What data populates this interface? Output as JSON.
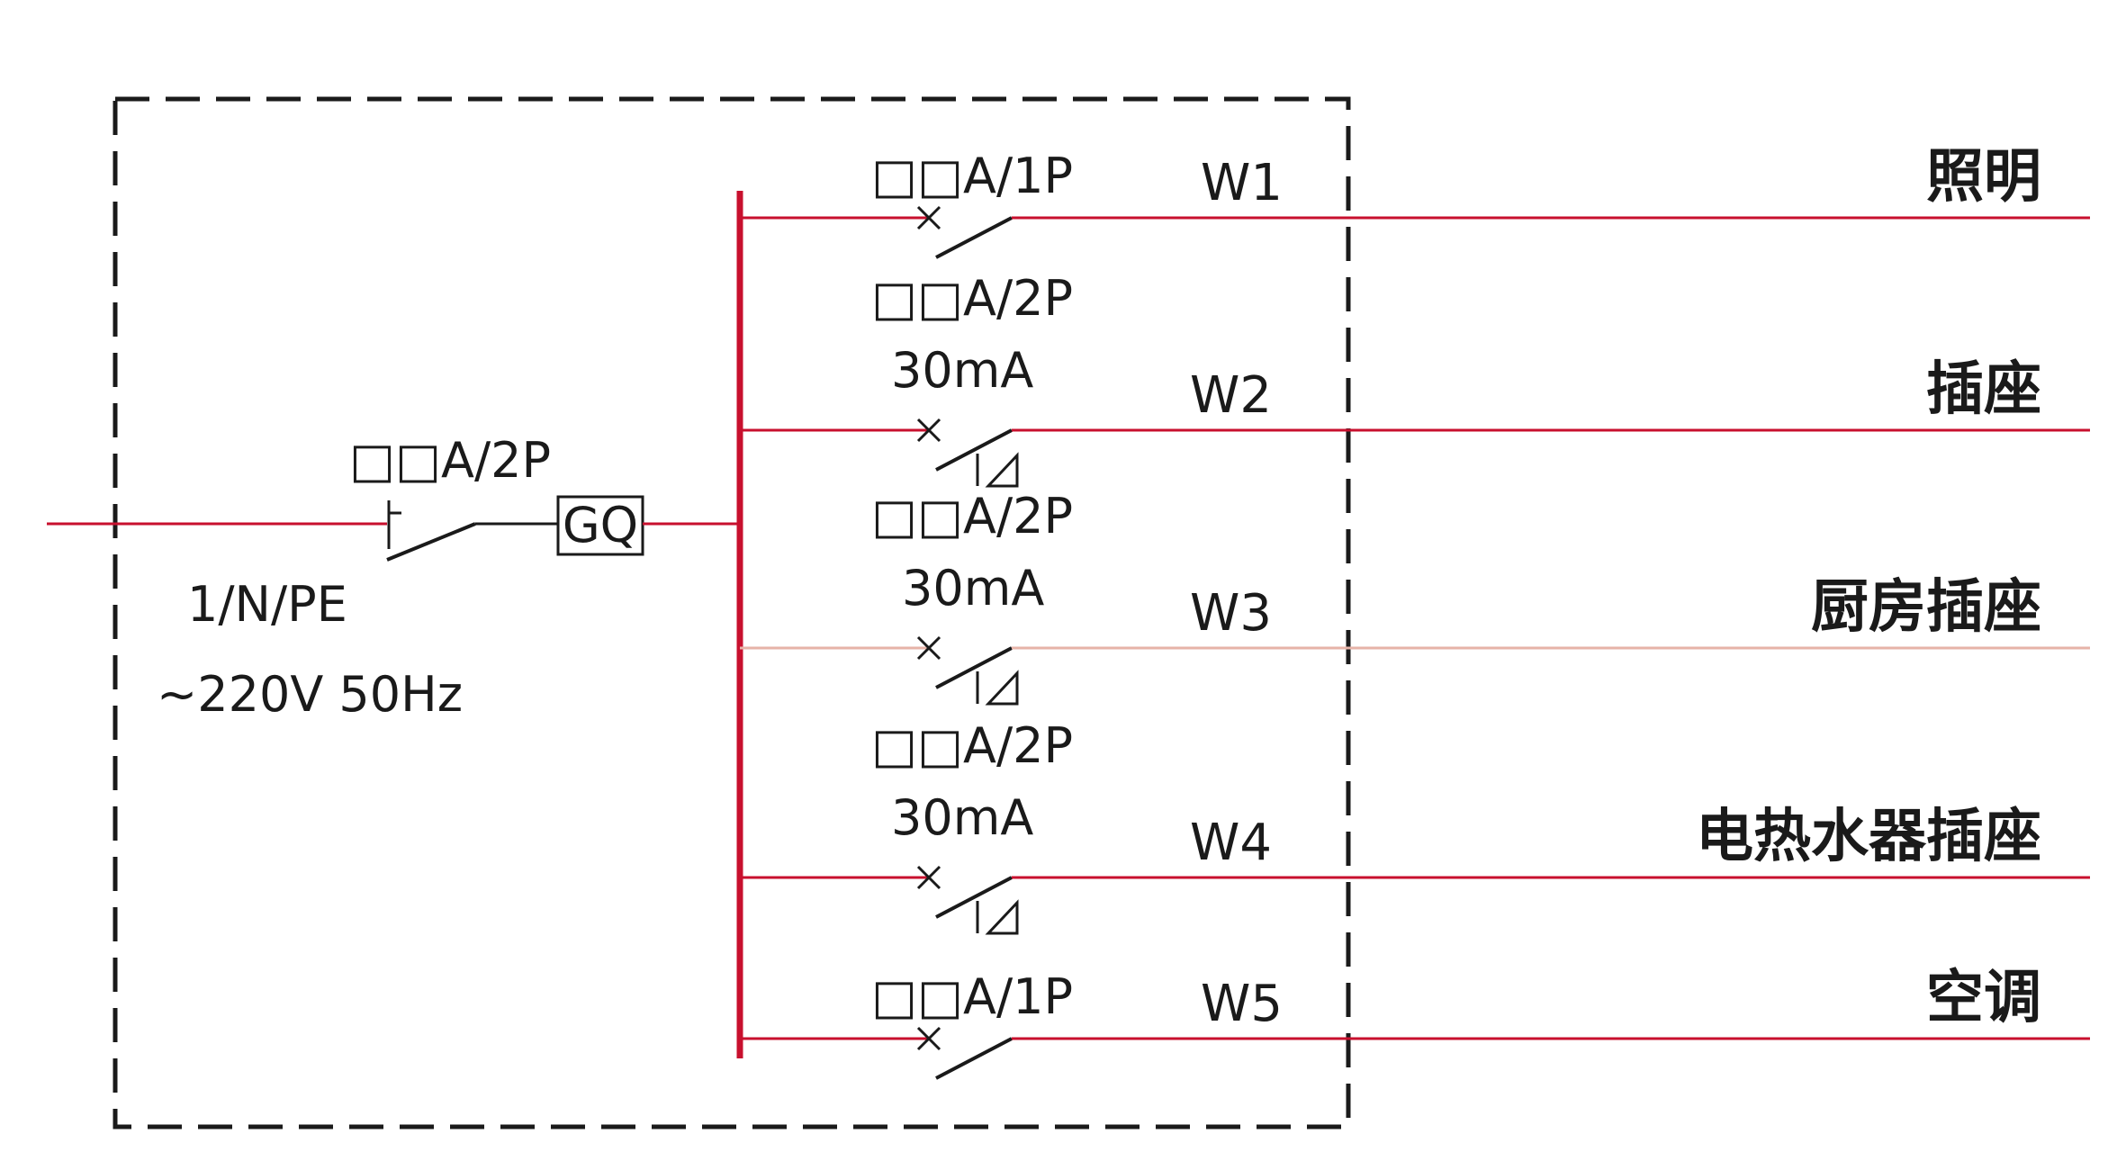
{
  "colors": {
    "line_red": "#c8102e",
    "line_pale": "#e6b3a8",
    "ink": "#1a1a1a"
  },
  "main": {
    "breaker_label": "□□A/2P",
    "system_label": "1/N/PE",
    "supply_label": "~220V 50Hz",
    "gq_label": "GQ"
  },
  "circuits": [
    {
      "breaker": "□□A/1P",
      "rcd": "",
      "wire": "W1",
      "load": "照明"
    },
    {
      "breaker": "□□A/2P",
      "rcd": "30mA",
      "wire": "W2",
      "load": "插座"
    },
    {
      "breaker": "□□A/2P",
      "rcd": "30mA",
      "wire": "W3",
      "load": "厨房插座"
    },
    {
      "breaker": "□□A/2P",
      "rcd": "30mA",
      "wire": "W4",
      "load": "电热水器插座"
    },
    {
      "breaker": "□□A/1P",
      "rcd": "",
      "wire": "W5",
      "load": "空调"
    }
  ]
}
